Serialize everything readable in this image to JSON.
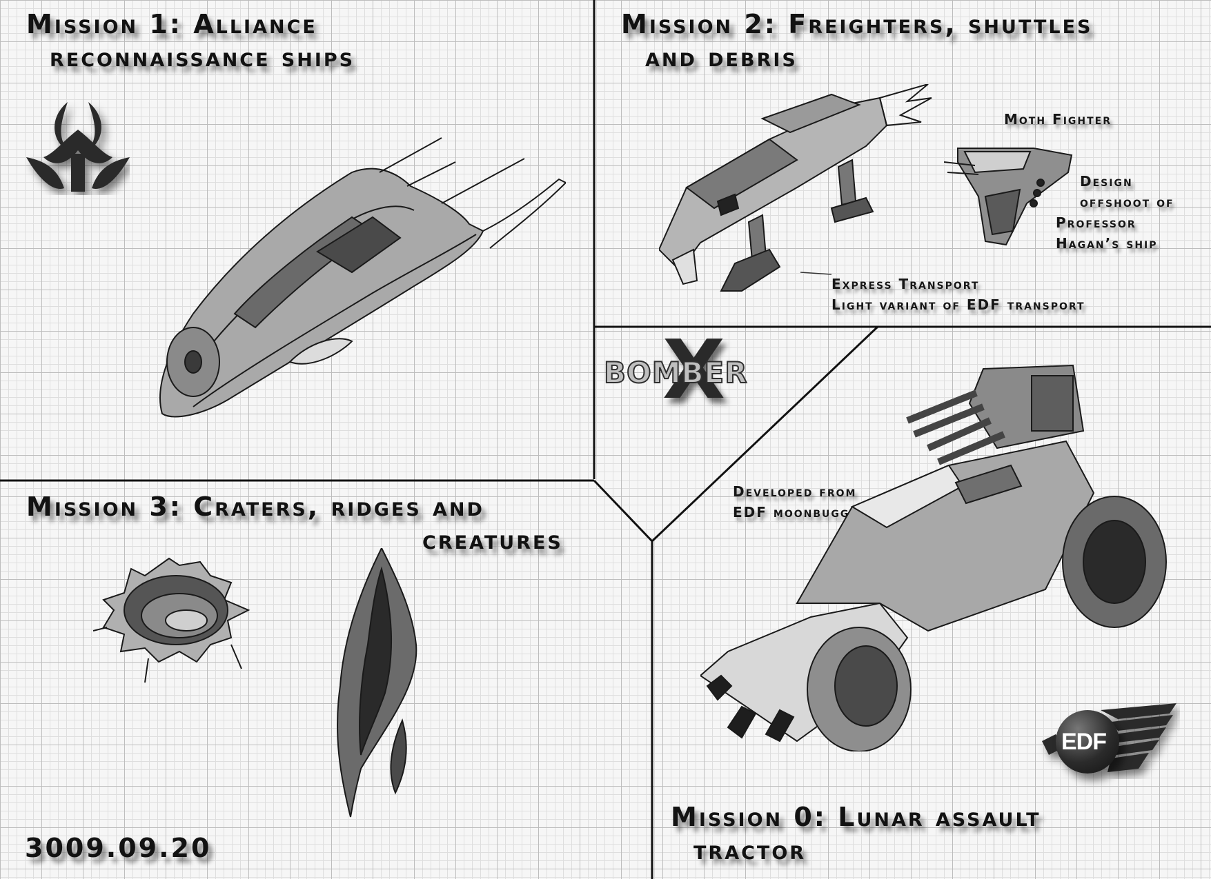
{
  "panels": {
    "mission1": {
      "title_line1": "Mission 1: Alliance",
      "title_line2": "reconnaissance ships"
    },
    "mission2": {
      "title_line1": "Mission 2: Freighters, shuttles",
      "title_line2": "and debris",
      "notes": {
        "moth_fighter": "Moth Fighter",
        "design_line1": "Design",
        "design_line2": "offshoot of",
        "design_line3": "Professor",
        "design_line4": "Hagan’s ship",
        "express_line1": "Express Transport",
        "express_line2": "Light variant of EDF transport"
      }
    },
    "mission3": {
      "title_line1": "Mission 3: Craters, ridges and",
      "title_line2": "creatures"
    },
    "mission0": {
      "title_line1": "Mission 0: Lunar assault",
      "title_line2": "tractor",
      "notes": {
        "developed_line1": "Developed from",
        "developed_line2": "EDF moonbuggy"
      }
    }
  },
  "logos": {
    "game_logo_x": "X",
    "game_logo_word": "BOMBER",
    "edf_badge": "EDF"
  },
  "date_stamp": "3009.09.20",
  "icons": {
    "alliance_emblem": "alliance-emblem-icon",
    "edf_emblem": "edf-eagle-icon"
  },
  "colors": {
    "ink": "#111111",
    "paper": "#f6f6f6",
    "grid_major": "#bdbdbd",
    "grid_minor": "#dedede"
  }
}
